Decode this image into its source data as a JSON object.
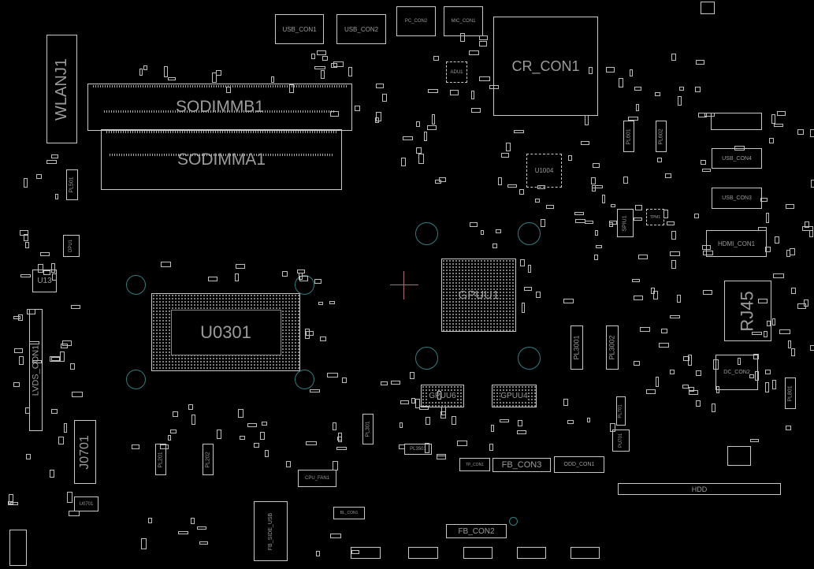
{
  "board": {
    "colors": {
      "background": "#000000",
      "outline": "#c8c8c8",
      "label": "#9c9c9c",
      "via": "#2f7f7f",
      "cursor": "#b06a7a"
    },
    "components": {
      "wlanj1": "WLANJ1",
      "sodimmb1": "SODIMMB1",
      "sodimma1": "SODIMMA1",
      "usb_con1": "USB_CON1",
      "usb_con2": "USB_CON2",
      "pc_con2": "PC_CON2",
      "mic_con1": "MIC_CON1",
      "cr_con1": "CR_CON1",
      "adu1": "ADU1",
      "u1004": "U1004",
      "gpuu1": "GPUU1",
      "u0301": "U0301",
      "gpuu6": "GPUU6",
      "gpuu4": "GPUU4",
      "lvds_con1": "LVDS_CON1",
      "j0701": "J0701",
      "u0701": "U0701",
      "u13": "U13",
      "dpu1": "DPU1",
      "pl501": "PL501",
      "fb_side_usb": "FB_SIDE_USB",
      "bl_con1": "BL_CON1",
      "cpu_fan1": "CPU_FAN1",
      "pl201": "PL201",
      "pl202": "PL202",
      "pl301": "PL301",
      "pl3501": "PL3501",
      "tp_con1": "TP_CON1",
      "fb_con3": "FB_CON3",
      "odd_con1": "ODD_CON1",
      "fb_con2": "FB_CON2",
      "hdd": "HDD",
      "rj45": "RJ45",
      "dc_con2": "DC_CON2",
      "hdmi_con1": "HDMI_CON1",
      "usb_con4": "USB_CON4",
      "usb_con3": "USB_CON3",
      "pl601": "PL601",
      "pl602": "PL602",
      "spiu1": "SPIU1",
      "tpm1": "TPM1",
      "pl3001": "PL3001",
      "pl3002": "PL3002",
      "pl701": "PL701",
      "pu701": "PU701",
      "pl801": "PL801"
    }
  }
}
